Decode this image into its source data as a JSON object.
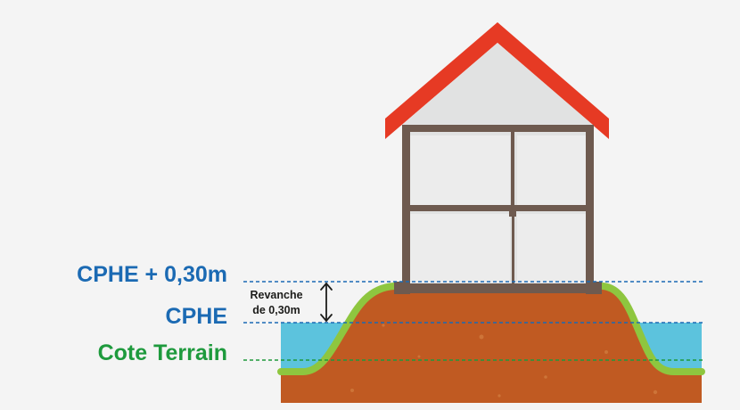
{
  "levels": {
    "cphe_plus": "CPHE + 0,30m",
    "cphe": "CPHE",
    "cote_terrain": "Cote Terrain"
  },
  "revanche": {
    "line1": "Revanche",
    "line2": "de 0,30m"
  },
  "colors": {
    "cphe_text": "#1b6ab3",
    "terrain_text": "#1e9a3d",
    "roof": "#e63a24",
    "soil": "#c05a22",
    "grass": "#8ec63f",
    "water": "#5cc3dd",
    "frame": "#6e5a4f",
    "wall": "#e1e2e2",
    "background": "#f4f4f4"
  }
}
